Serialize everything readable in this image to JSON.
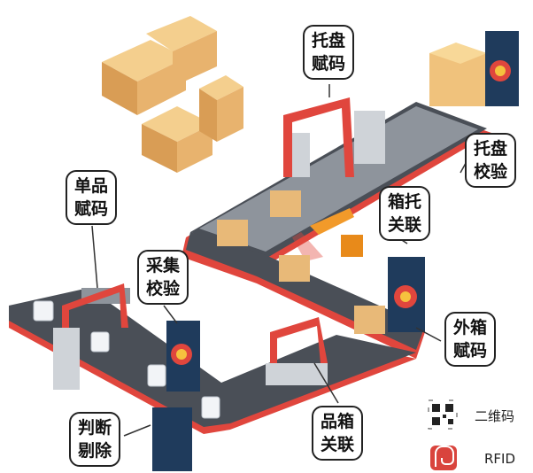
{
  "labels": {
    "pallet_coding": "托盘赋码",
    "pallet_verify": "托盘校验",
    "box_pallet_link": "箱托关联",
    "outer_box_coding": "外箱赋码",
    "item_box_link": "品箱关联",
    "judge_reject": "判断剔除",
    "collect_verify": "采集校验",
    "item_coding": "单品赋码"
  },
  "legend": {
    "qr": "二维码",
    "rfid": "RFID"
  },
  "colors": {
    "belt": "#4a4f57",
    "frame": "#e0463d",
    "box": "#e8b978",
    "cabinet": "#1f3b5c"
  }
}
